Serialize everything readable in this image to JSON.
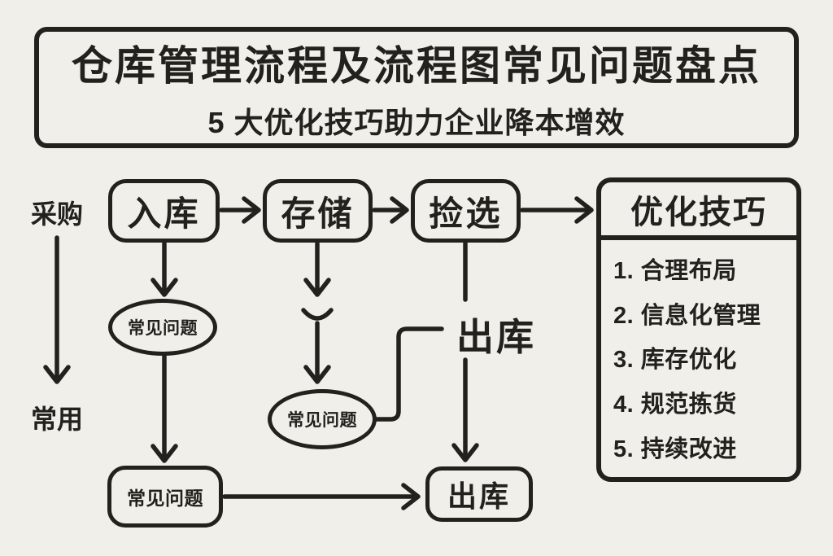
{
  "colors": {
    "background": "#f1efe9",
    "ink": "#22211e"
  },
  "title": {
    "main": "仓库管理流程及流程图常见问题盘点",
    "subtitle": "5 大优化技巧助力企业降本增效"
  },
  "nodes": {
    "procurement": "采购",
    "common_use": "常用",
    "inbound": "入库",
    "storage": "存储",
    "picking": "捡选",
    "outbound_label": "出库",
    "outbound_box": "出库",
    "common_problems_inbound": "常见问题",
    "common_problems_storage": "常见问题",
    "common_problems_bottom": "常见问题"
  },
  "optimization_panel": {
    "header": "优化技巧",
    "items": [
      "1. 合理布局",
      "2. 信息化管理",
      "3. 库存优化",
      "4. 规范拣货",
      "5. 持续改进"
    ]
  }
}
